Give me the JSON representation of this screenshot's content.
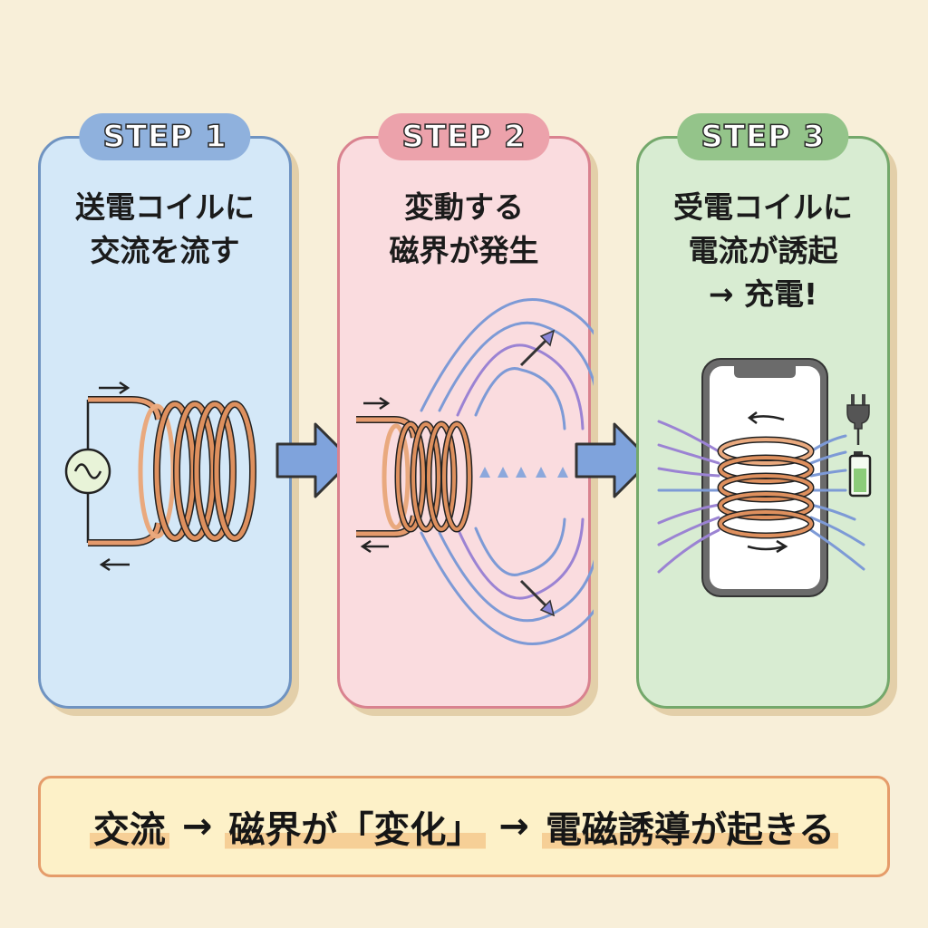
{
  "steps": [
    {
      "badge": "STEP 1",
      "title": "送電コイルに\n交流を流す",
      "illustration": "transmitter-coil-with-ac-source",
      "color": "#d4e8f8"
    },
    {
      "badge": "STEP 2",
      "title": "変動する\n磁界が発生",
      "illustration": "coil-with-changing-magnetic-field-lines",
      "color": "#fadcdf"
    },
    {
      "badge": "STEP 3",
      "title": "受電コイルに\n電流が誘起\n→ 充電!",
      "illustration": "smartphone-receiver-coil-charging",
      "color": "#d8ecd2"
    }
  ],
  "flow_arrows": [
    "right-arrow",
    "right-arrow"
  ],
  "summary": {
    "part1": "交流",
    "arrow1": "→",
    "part2": "磁界が「変化」",
    "arrow2": "→",
    "part3": "電磁誘導が起きる"
  }
}
